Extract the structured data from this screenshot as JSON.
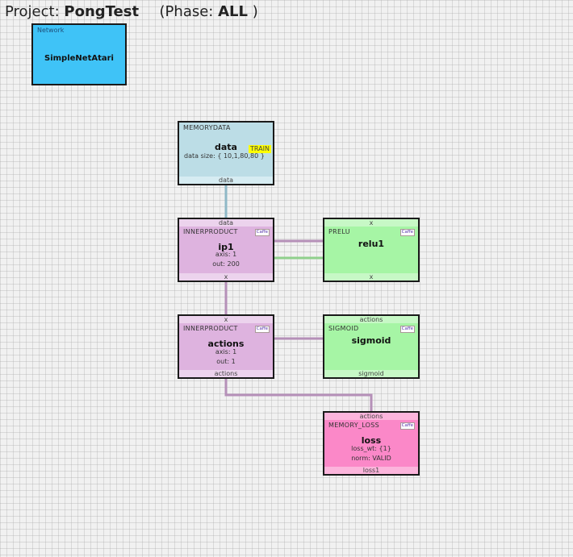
{
  "header": {
    "project_label": "Project:",
    "project_name": "PongTest",
    "phase_open": "(Phase:",
    "phase_name": "ALL",
    "phase_close": ")"
  },
  "network": {
    "type": "Network",
    "name": "SimpleNetAtari"
  },
  "nodes": {
    "data": {
      "type": "MEMORYDATA",
      "name": "data",
      "tag": "TRAIN",
      "param": "data size: { 10,1,80,80 }",
      "bottom": "data"
    },
    "ip1": {
      "type": "INNERPRODUCT",
      "engine": "Caffe",
      "top": "data",
      "name": "ip1",
      "param1": "axis: 1",
      "param2": "out: 200",
      "bottom": "x"
    },
    "relu1": {
      "type": "PRELU",
      "engine": "Caffe",
      "top": "x",
      "name": "relu1",
      "bottom": "x"
    },
    "actions": {
      "type": "INNERPRODUCT",
      "engine": "Caffe",
      "top": "x",
      "name": "actions",
      "param1": "axis: 1",
      "param2": "out: 1",
      "bottom": "actions"
    },
    "sigmoid": {
      "type": "SIGMOID",
      "engine": "Caffe",
      "top": "actions",
      "name": "sigmoid",
      "bottom": "sigmoid"
    },
    "loss": {
      "type": "MEMORY_LOSS",
      "engine": "Caffe",
      "top": "actions",
      "name": "loss",
      "param1": "loss_wt: {1}",
      "param2": "norm: VALID",
      "bottom": "loss1"
    }
  },
  "colors": {
    "data": "#bcdde6",
    "innerproduct": "#deb3df",
    "relu": "#a6f5a5",
    "loss": "#fb88c8",
    "network": "#3fc3f7",
    "link_blue": "#8fb8c6",
    "link_purple": "#b590b8",
    "link_green": "#8fd08c"
  }
}
